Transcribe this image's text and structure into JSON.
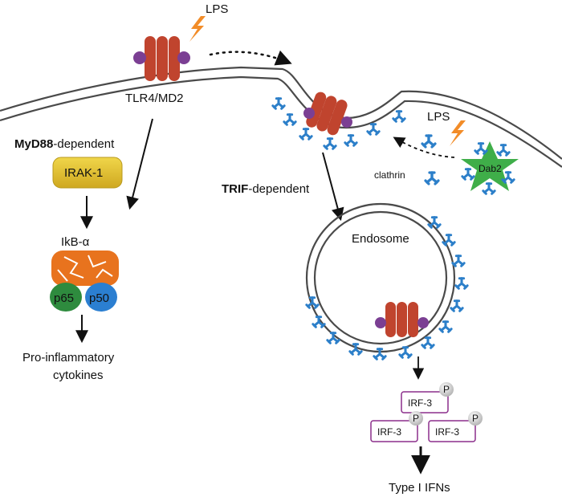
{
  "labels": {
    "lps_top": "LPS",
    "lps_right": "LPS",
    "tlr4_md2": "TLR4/MD2",
    "myd88_bold": "MyD88",
    "myd88_rest": "-dependent",
    "irak1": "IRAK-1",
    "ikb_alpha": "IkB-α",
    "p65": "p65",
    "p50": "p50",
    "cytokines_line1": "Pro-inflammatory",
    "cytokines_line2": "cytokines",
    "trif_bold": "TRIF",
    "trif_rest": "-dependent",
    "clathrin": "clathrin",
    "dab2": "Dab2",
    "endosome": "Endosome",
    "irf3_a": "IRF-3",
    "irf3_b": "IRF-3",
    "irf3_c": "IRF-3",
    "phospho_a": "P",
    "phospho_b": "P",
    "phospho_c": "P",
    "type1_ifns": "Type I IFNs"
  },
  "colors": {
    "membrane": "#4a4a4a",
    "receptor": "#c0442e",
    "md2": "#7b3f93",
    "lps": "#f28c28",
    "clathrin": "#2c7fc9",
    "dab2": "#3fae49",
    "irak1": "#e3c232",
    "ikb": "#e8731e",
    "p65": "#2e8b3e",
    "p50": "#2b7fd1",
    "irf3_border": "#8b2e8b",
    "phospho": "#cfcfcf"
  }
}
